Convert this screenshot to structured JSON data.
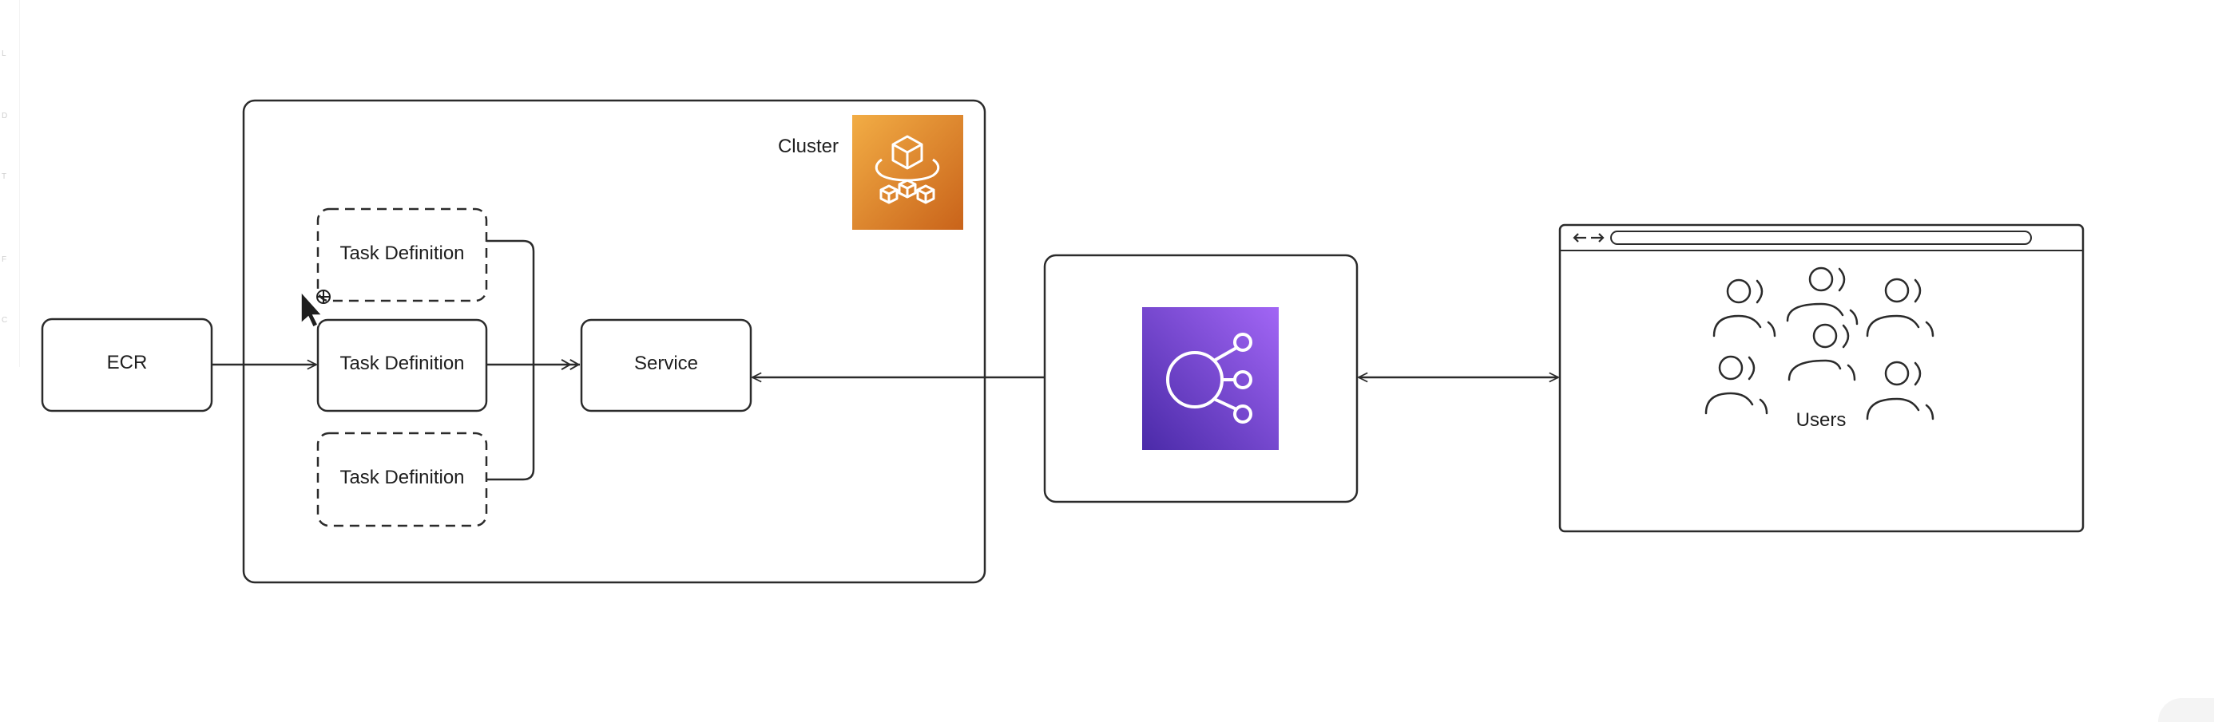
{
  "diagram": {
    "nodes": {
      "ecr": {
        "label": "ECR"
      },
      "cluster": {
        "label": "Cluster"
      },
      "task_definition_top": {
        "label": "Task Definition"
      },
      "task_definition_middle": {
        "label": "Task Definition"
      },
      "task_definition_bottom": {
        "label": "Task Definition"
      },
      "service": {
        "label": "Service"
      },
      "load_balancer": {
        "icon": "elastic-load-balancing-icon"
      },
      "users": {
        "label": "Users"
      }
    },
    "icons": {
      "cluster_icon": "ecs-cluster-icon",
      "browser_nav": "back-forward-arrows-icon"
    },
    "colors": {
      "cluster_icon_top": "#f0a43a",
      "cluster_icon_bottom": "#cc6a1a",
      "elb_top": "#9a5cf0",
      "elb_bottom": "#4f2fb0",
      "stroke": "#2b2b2b"
    }
  }
}
